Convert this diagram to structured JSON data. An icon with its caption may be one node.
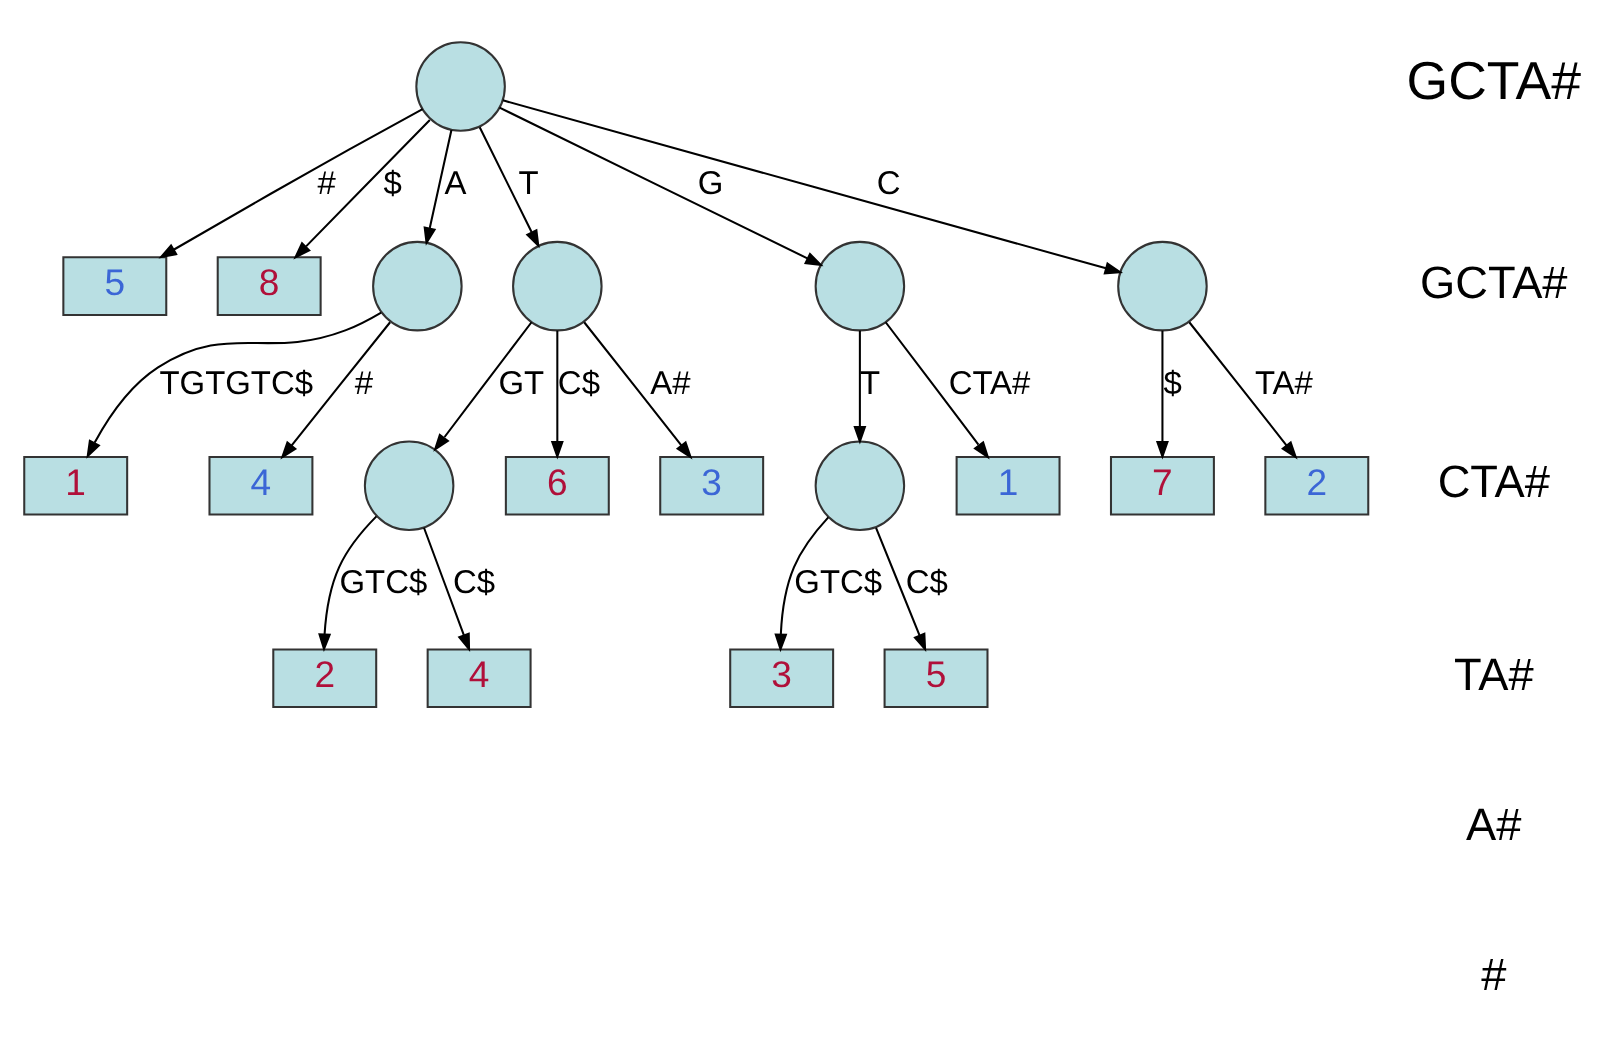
{
  "diagram": {
    "nodes": [
      {
        "text": [],
        "shape": "circle"
      },
      {
        "text": [
          "5"
        ]
      },
      {
        "text": [
          "8"
        ]
      },
      {
        "text": [],
        "shape": "circle"
      },
      {
        "text": [],
        "shape": "circle"
      },
      {
        "text": [],
        "shape": "circle"
      },
      {
        "text": [],
        "shape": "circle"
      },
      {
        "text": [
          "1"
        ]
      },
      {
        "text": [
          "4"
        ]
      },
      {
        "text": [
          "7"
        ]
      },
      {
        "text": [
          "2"
        ]
      },
      {
        "text": [],
        "shape": "circle"
      },
      {
        "text": [
          "6"
        ]
      },
      {
        "text": [
          "3"
        ]
      },
      {
        "text": [],
        "shape": "circle"
      },
      {
        "text": [
          "1"
        ]
      },
      {
        "text": [
          "2"
        ]
      },
      {
        "text": [
          "4"
        ]
      },
      {
        "text": [
          "3"
        ]
      },
      {
        "text": [
          "5"
        ]
      }
    ],
    "edges": [
      {
        "from": 0,
        "to": 1,
        "arrow": "to",
        "label": "#"
      },
      {
        "from": 0,
        "to": 3,
        "arrow": "to",
        "label": "A"
      },
      {
        "from": 0,
        "to": 4,
        "arrow": "to",
        "label": "T"
      },
      {
        "from": 0,
        "to": 5,
        "arrow": "to",
        "label": "G"
      },
      {
        "from": 0,
        "to": 6,
        "arrow": "to",
        "label": "C"
      },
      {
        "from": 0,
        "to": 2,
        "arrow": "to",
        "label": "$"
      },
      {
        "from": 3,
        "to": 7,
        "arrow": "to",
        "label": "TGTGTC$"
      },
      {
        "from": 3,
        "to": 8,
        "arrow": "to",
        "label": "#"
      },
      {
        "from": 4,
        "to": 11,
        "arrow": "to",
        "label": "GT"
      },
      {
        "from": 4,
        "to": 12,
        "arrow": "to",
        "label": "C$"
      },
      {
        "from": 4,
        "to": 13,
        "arrow": "to",
        "label": "A#"
      },
      {
        "from": 5,
        "to": 14,
        "arrow": "to",
        "label": "T"
      },
      {
        "from": 5,
        "to": 15,
        "arrow": "to",
        "label": "CTA#"
      },
      {
        "from": 6,
        "to": 9,
        "arrow": "to",
        "label": "$"
      },
      {
        "from": 6,
        "to": 10,
        "arrow": "to",
        "label": "TA#"
      },
      {
        "from": 11,
        "to": 16,
        "arrow": "to",
        "label": "GTC$"
      },
      {
        "from": 11,
        "to": 17,
        "arrow": "to",
        "label": "C$"
      },
      {
        "from": 14,
        "to": 18,
        "arrow": "to",
        "label": "GTC$"
      },
      {
        "from": 14,
        "to": 19,
        "arrow": "to",
        "label": "C$"
      }
    ],
    "labels": [
      "GCTA#",
      "GCTA#",
      "CTA#",
      "TA#",
      "A#",
      "#"
    ]
  }
}
